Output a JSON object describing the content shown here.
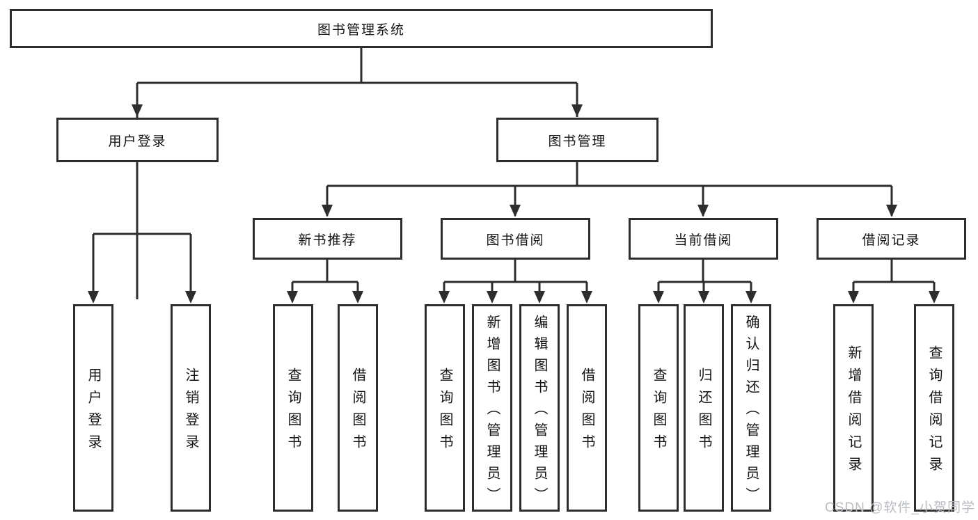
{
  "tree": {
    "label": "图书管理系统",
    "children": [
      {
        "label": "用户登录",
        "children": [
          {
            "label": "用户登录"
          },
          {
            "label": "注销登录"
          }
        ]
      },
      {
        "label": "图书管理",
        "children": [
          {
            "label": "新书推荐",
            "children": [
              {
                "label": "查询图书"
              },
              {
                "label": "借阅图书"
              }
            ]
          },
          {
            "label": "图书借阅",
            "children": [
              {
                "label": "查询图书"
              },
              {
                "label": "新增图书（管理员）"
              },
              {
                "label": "编辑图书（管理员）"
              },
              {
                "label": "借阅图书"
              }
            ]
          },
          {
            "label": "当前借阅",
            "children": [
              {
                "label": "查询图书"
              },
              {
                "label": "归还图书"
              },
              {
                "label": "确认归还（管理员）"
              }
            ]
          },
          {
            "label": "借阅记录",
            "children": [
              {
                "label": "新增借阅记录"
              },
              {
                "label": "查询借阅记录"
              }
            ]
          }
        ]
      }
    ]
  },
  "watermark": "CSDN @软件_小贺同学",
  "colors": {
    "line": "#2d2d2d",
    "text": "#141414",
    "watermark": "#b9bcc0",
    "background": "#ffffff"
  }
}
